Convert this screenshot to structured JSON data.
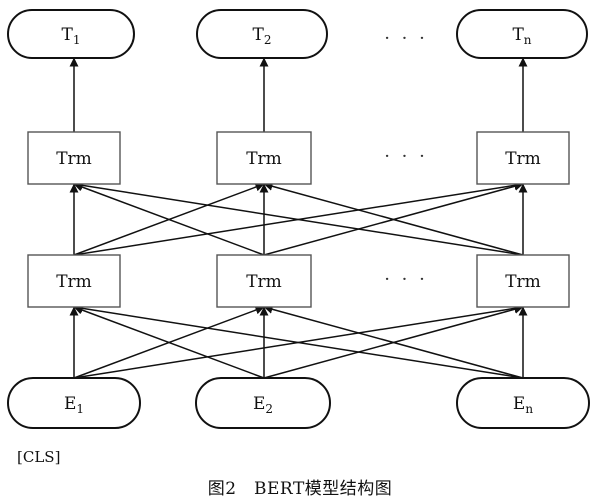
{
  "diagram": {
    "outputs": [
      {
        "base": "T",
        "sub": "1"
      },
      {
        "base": "T",
        "sub": "2"
      },
      {
        "base": "T",
        "sub": "n"
      }
    ],
    "trm_upper": [
      "Trm",
      "Trm",
      "Trm"
    ],
    "trm_lower": [
      "Trm",
      "Trm",
      "Trm"
    ],
    "inputs": [
      {
        "base": "E",
        "sub": "1"
      },
      {
        "base": "E",
        "sub": "2"
      },
      {
        "base": "E",
        "sub": "n"
      }
    ],
    "ellipsis": "· · ·",
    "cls_label": "[CLS]"
  },
  "caption": "图2　BERT模型结构图"
}
